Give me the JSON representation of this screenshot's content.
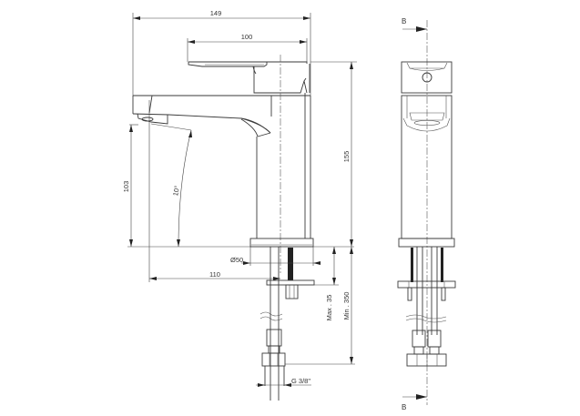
{
  "drawing": {
    "title": "Basin mixer technical drawing",
    "colors": {
      "line": "#3a3a3a",
      "background": "#ffffff",
      "text": "#333333"
    },
    "side_view": {
      "dimensions": {
        "overall_width": "149",
        "handle_length": "100",
        "height": "155",
        "spout_height": "103",
        "spout_angle": "10°",
        "base_diameter": "Ø50",
        "spout_reach": "110",
        "max_deck_thickness": "Max . 35",
        "min_hose_length": "Min . 350",
        "connection_thread": "G 3/8\""
      }
    },
    "front_view": {
      "section_marker_top": "B",
      "section_marker_bottom": "B"
    }
  }
}
